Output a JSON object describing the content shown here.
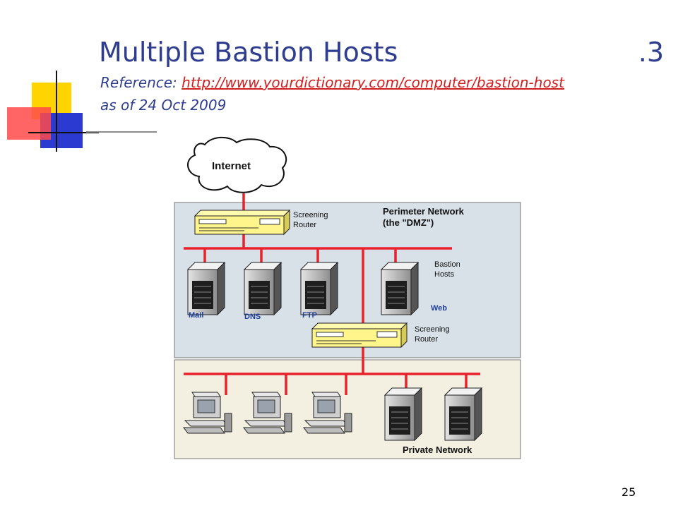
{
  "slide": {
    "title": "Multiple Bastion Hosts",
    "title_number": ".3",
    "reference_label": "Reference: ",
    "reference_url": "http://www.yourdictionary.com/computer/bastion-host",
    "reference_date": "as of 24 Oct 2009",
    "page_number": "25"
  },
  "diagram": {
    "internet": "Internet",
    "router1_line1": "Screening",
    "router1_line2": "Router",
    "perimeter_line1": "Perimeter Network",
    "perimeter_line2": "(the \"DMZ\")",
    "mail": "Mail",
    "dns": "DNS",
    "ftp": "FTP",
    "web": "Web",
    "bastion_line1": "Bastion",
    "bastion_line2": "Hosts",
    "router2_line1": "Screening",
    "router2_line2": "Router",
    "private": "Private Network"
  },
  "colors": {
    "title": "#2f3d8f",
    "link": "#d11f1f",
    "cable": "#e8212a",
    "dmz_bg": "#d8e0e8",
    "private_bg": "#f3efe1",
    "router": "#fff58a"
  }
}
